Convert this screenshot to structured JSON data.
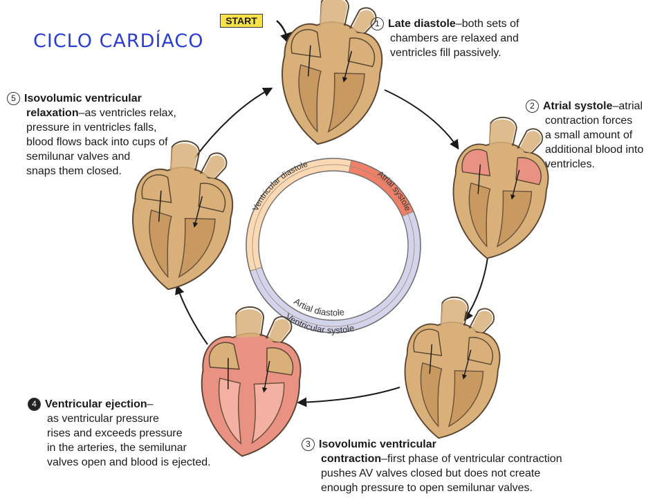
{
  "title": "CICLO CARDÍACO",
  "start_label": "START",
  "steps": [
    {
      "number": "1",
      "heading": "Late diastole",
      "lines": [
        "both sets of",
        "chambers are relaxed and",
        "ventricles fill passively."
      ]
    },
    {
      "number": "2",
      "heading": "Atrial systole",
      "lines": [
        "atrial",
        "contraction forces",
        "a small amount of",
        "additional blood into",
        "ventricles."
      ]
    },
    {
      "number": "3",
      "heading": "Isovolumic ventricular",
      "lines": [
        "contraction",
        "first phase of ventricular contraction",
        "pushes AV valves closed but does not create",
        "enough pressure to open semilunar valves."
      ]
    },
    {
      "number": "4",
      "heading": "Ventricular ejection",
      "lines": [
        "as ventricular pressure",
        "rises and exceeds pressure",
        "in the arteries, the semilunar",
        "valves open and blood is ejected."
      ]
    },
    {
      "number": "5",
      "heading": "Isovolumic ventricular",
      "lines": [
        "relaxation",
        "as ventricles relax,",
        "pressure in ventricles falls,",
        "blood flows back into cups of",
        "semilunar valves and",
        "snaps them closed."
      ]
    }
  ],
  "ring": {
    "labels": {
      "ventricular_diastole": "Ventricular diastole",
      "atrial_systole": "Atrial systole",
      "atrial_diastole": "Artial diastole",
      "ventricular_systole": "Ventricular systole"
    },
    "colors": {
      "diastole": "#fbd9b4",
      "atrial_systole": "#ef8067",
      "ventricular_systole": "#d3d3ec",
      "heart": "#d9b07a",
      "heart_contracting": "#e99182"
    }
  }
}
